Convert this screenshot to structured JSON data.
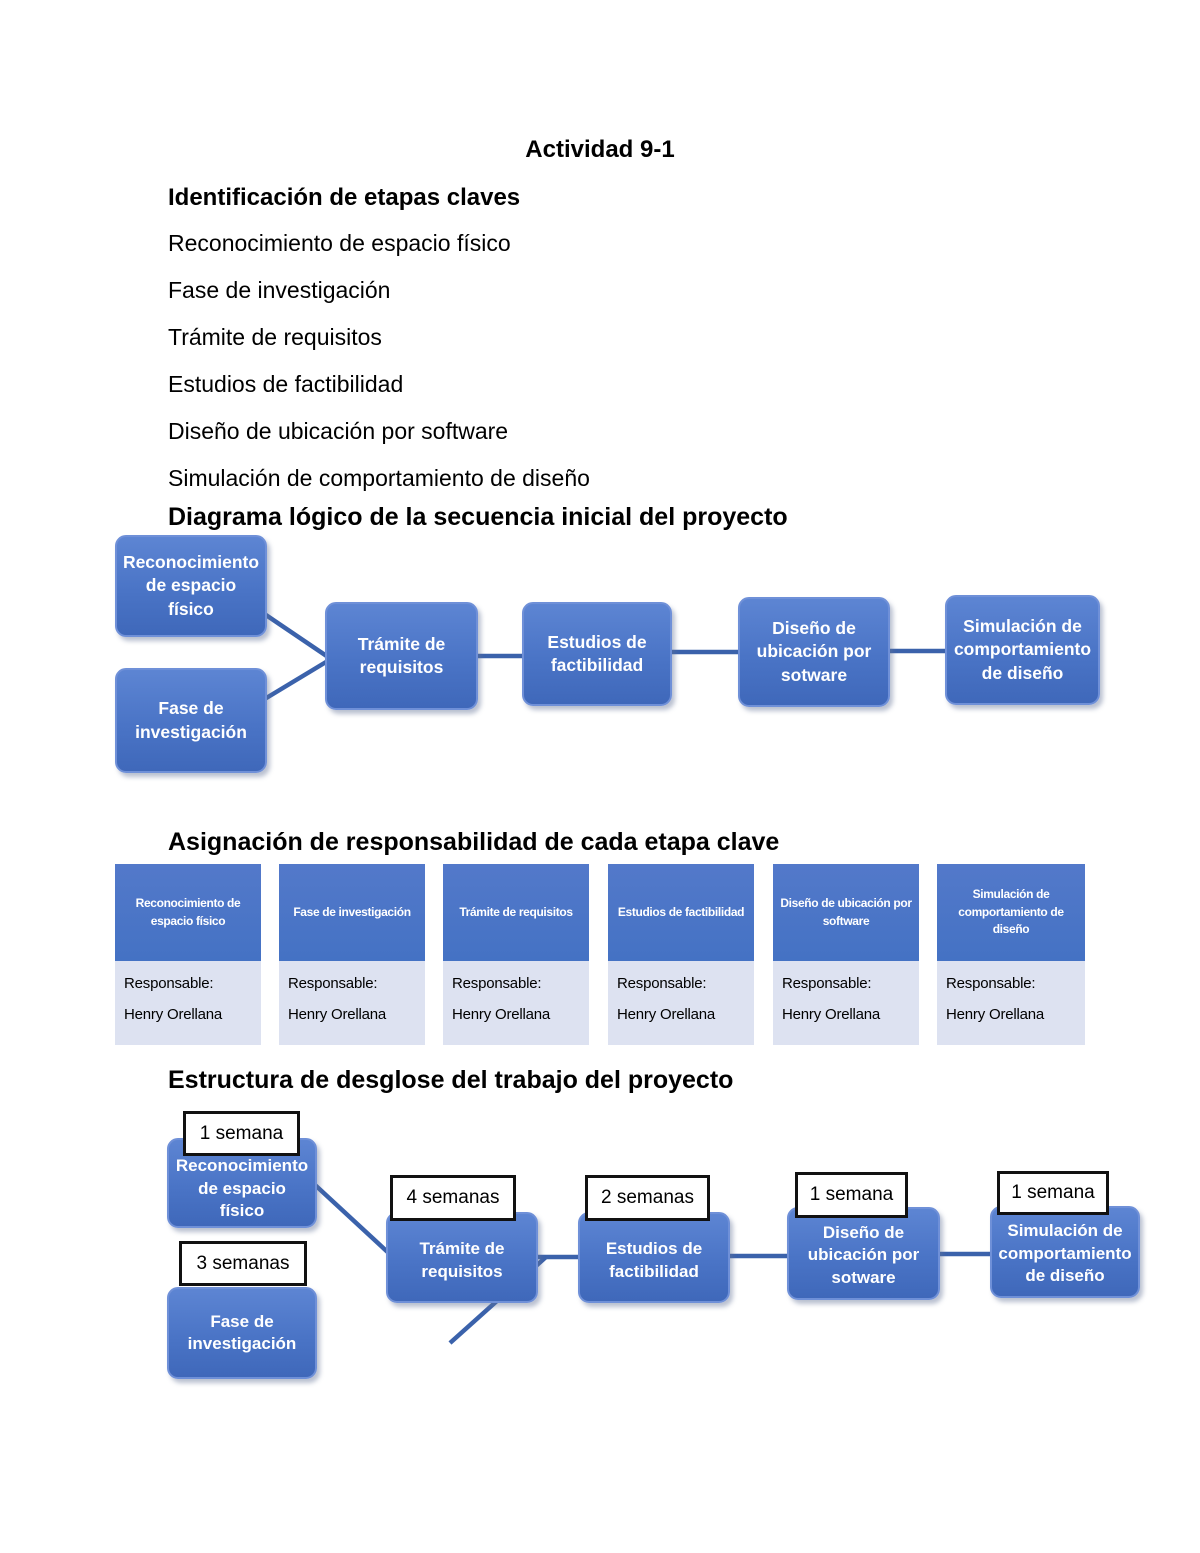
{
  "page": {
    "title": "Actividad 9-1"
  },
  "identificacion": {
    "heading": "Identificación de etapas claves",
    "items": [
      "Reconocimiento de espacio físico",
      "Fase de investigación",
      "Trámite de requisitos",
      "Estudios de factibilidad",
      "Diseño de ubicación por software",
      "Simulación de comportamiento de diseño"
    ]
  },
  "diagrama_logico": {
    "heading": "Diagrama lógico de la secuencia inicial del proyecto",
    "boxes": [
      "Reconocimiento de espacio físico",
      "Fase de investigación",
      "Trámite de requisitos",
      "Estudios de factibilidad",
      "Diseño de ubicación por sotware",
      "Simulación de comportamiento de diseño"
    ]
  },
  "asignacion": {
    "heading": "Asignación de responsabilidad de cada etapa clave",
    "responsable_label": "Responsable:",
    "responsable_name": "Henry Orellana",
    "columns": [
      "Reconocimiento de espacio físico",
      "Fase de investigación",
      "Trámite de requisitos",
      "Estudios de factibilidad",
      "Diseño de ubicación por software",
      "Simulación de comportamiento de diseño"
    ]
  },
  "estructura": {
    "heading": "Estructura de desglose del trabajo del proyecto",
    "tasks": [
      {
        "duration": "1 semana",
        "label": "Reconocimiento de espacio físico"
      },
      {
        "duration": "3 semanas",
        "label": "Fase de investigación"
      },
      {
        "duration": "4 semanas",
        "label": "Trámite de requisitos"
      },
      {
        "duration": "2 semanas",
        "label": "Estudios de factibilidad"
      },
      {
        "duration": "1 semana",
        "label": "Diseño de ubicación por sotware"
      },
      {
        "duration": "1 semana",
        "label": "Simulación de comportamiento de diseño"
      }
    ]
  },
  "colors": {
    "accent_blue": "#4472c4",
    "connector_blue": "#3b62ab",
    "table_body_lavender": "#dde2f1"
  }
}
